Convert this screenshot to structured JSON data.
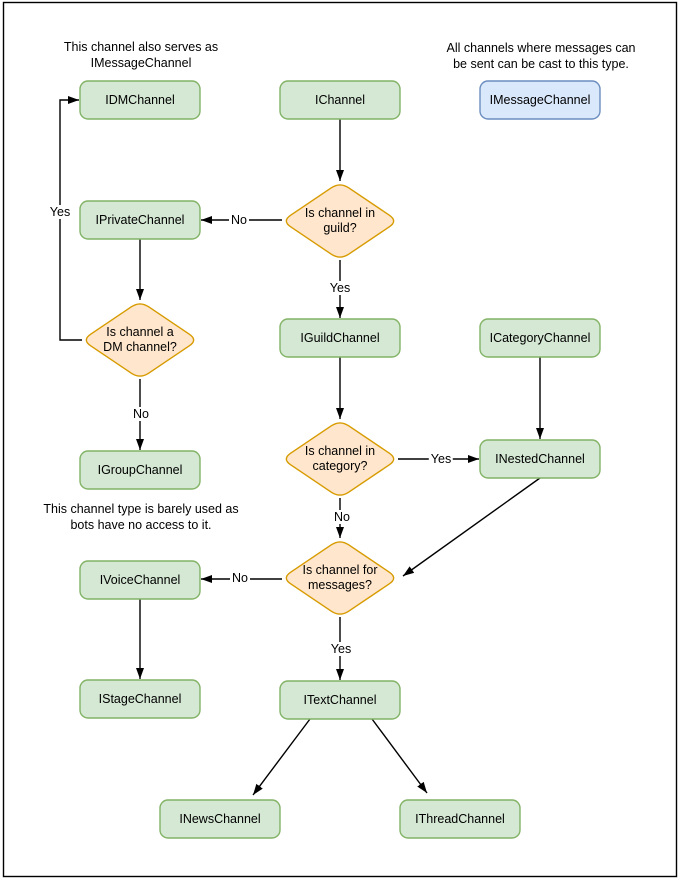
{
  "diagram": {
    "nodes": {
      "idmchannel": "IDMChannel",
      "ichannel": "IChannel",
      "imessagechannel": "IMessageChannel",
      "iprivatechannel": "IPrivateChannel",
      "iguildchannel": "IGuildChannel",
      "icategorychannel": "ICategoryChannel",
      "igroupchannel": "IGroupChannel",
      "inestedchannel": "INestedChannel",
      "ivoicechannel": "IVoiceChannel",
      "istagechannel": "IStageChannel",
      "itextchannel": "ITextChannel",
      "inewschannel": "INewsChannel",
      "ithreadchannel": "IThreadChannel"
    },
    "decisions": {
      "in_guild": "Is channel in\nguild?",
      "is_dm": "Is channel a\nDM channel?",
      "in_category": "Is channel in\ncategory?",
      "for_messages": "Is channel for\nmessages?"
    },
    "edge_labels": {
      "guild_no": "No",
      "guild_yes": "Yes",
      "dm_yes": "Yes",
      "dm_no": "No",
      "category_yes": "Yes",
      "category_no": "No",
      "messages_no": "No",
      "messages_yes": "Yes"
    },
    "notes": {
      "dm_note": "This channel also serves as\nIMessageChannel",
      "message_note": "All channels where messages can\nbe sent can be cast to this type.",
      "group_note": "This channel type is barely used as\nbots have no access to it."
    }
  },
  "colors": {
    "interface_fill": "#d5e8d4",
    "interface_stroke": "#82b366",
    "decision_fill": "#ffe6cc",
    "decision_stroke": "#d79b00",
    "castable_fill": "#dae8fc",
    "castable_stroke": "#6c8ebf",
    "edge": "#000000",
    "frame": "#000000"
  }
}
